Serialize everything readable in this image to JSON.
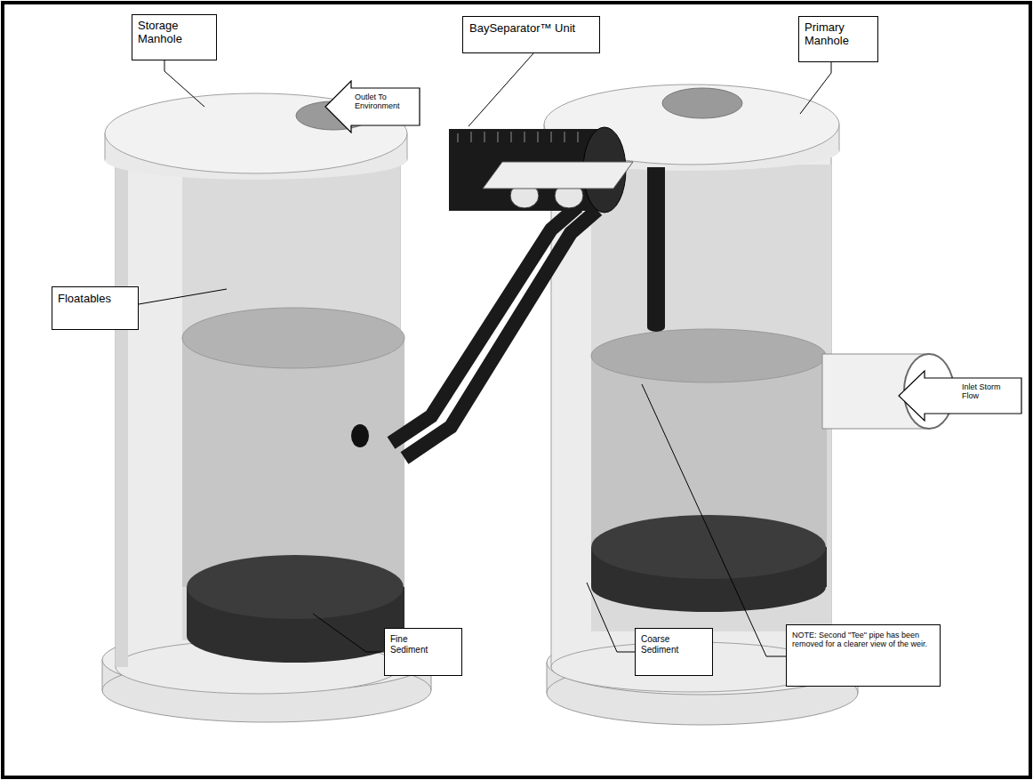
{
  "diagram": {
    "nodes": [
      {
        "text": [
          "Storage Manhole"
        ]
      },
      {
        "text": [
          "BaySeparator™ Unit"
        ]
      },
      {
        "text": [
          "Primary Manhole"
        ]
      },
      {
        "text": [
          "Outlet To Environment"
        ]
      },
      {
        "text": [
          "Inlet Storm Flow"
        ]
      },
      {
        "text": [
          "Floatables"
        ]
      },
      {
        "text": [
          "NOTE: Second \"Tee\" pipe has been removed for a clearer view of the weir."
        ]
      },
      {
        "text": [
          "Fine Sediment"
        ]
      },
      {
        "text": [
          "Coarse Sediment"
        ]
      }
    ]
  }
}
